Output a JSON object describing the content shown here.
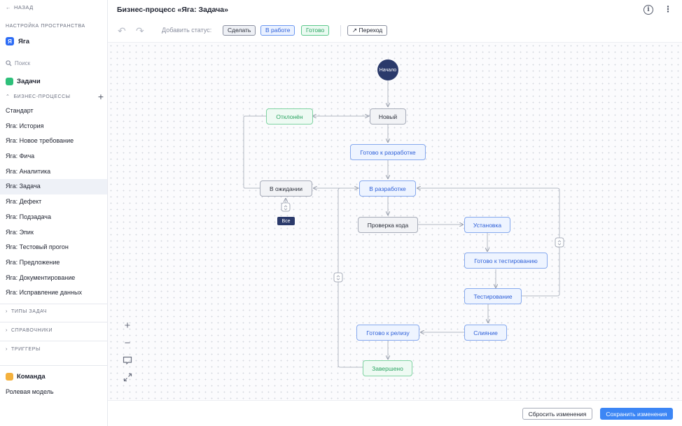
{
  "sidebar": {
    "back_label": "НАЗАД",
    "settings_caption": "НАСТРОЙКА ПРОСТРАНСТВА",
    "space_logo": "Я",
    "space_name": "Яга",
    "search_placeholder": "Поиск",
    "tasks_label": "Задачи",
    "bp_caption": "БИЗНЕС-ПРОЦЕССЫ",
    "processes": [
      "Стандарт",
      "Яга: История",
      "Яга: Новое требование",
      "Яга: Фича",
      "Яга: Аналитика",
      "Яга: Задача",
      "Яга: Дефект",
      "Яга: Подзадача",
      "Яга: Эпик",
      "Яга: Тестовый прогон",
      "Яга: Предложение",
      "Яга: Документирование",
      "Яга: Исправление данных"
    ],
    "active_index": 5,
    "task_types": "ТИПЫ ЗАДАЧ",
    "references": "СПРАВОЧНИКИ",
    "triggers": "ТРИГГЕРЫ",
    "team_label": "Команда",
    "roles_label": "Ролевая модель"
  },
  "header": {
    "title": "Бизнес-процесс «Яга: Задача»"
  },
  "toolbar": {
    "add_status_label": "Добавить статус:",
    "status_todo": "Сделать",
    "status_in_progress": "В работе",
    "status_done": "Готово",
    "transition_label": "Переход"
  },
  "workflow": {
    "start": "Начало",
    "new": "Новый",
    "rejected": "Отклонён",
    "ready_dev": "Готово к разработке",
    "in_dev": "В разработке",
    "waiting": "В ожидании",
    "all_badge": "Все",
    "code_review": "Проверка кода",
    "install": "Установка",
    "ready_test": "Готово к тестированию",
    "testing": "Тестирование",
    "merge": "Слияние",
    "ready_release": "Готово к релизу",
    "finished": "Завершено"
  },
  "footer": {
    "reset_label": "Сбросить изменения",
    "save_label": "Сохранить изменения"
  },
  "colors": {
    "accent": "#3c86f5",
    "start_node": "#2b3a6b",
    "gray_status": "#a7acb9",
    "blue_status": "#86a9ee",
    "green_status": "#7fd3a2"
  }
}
